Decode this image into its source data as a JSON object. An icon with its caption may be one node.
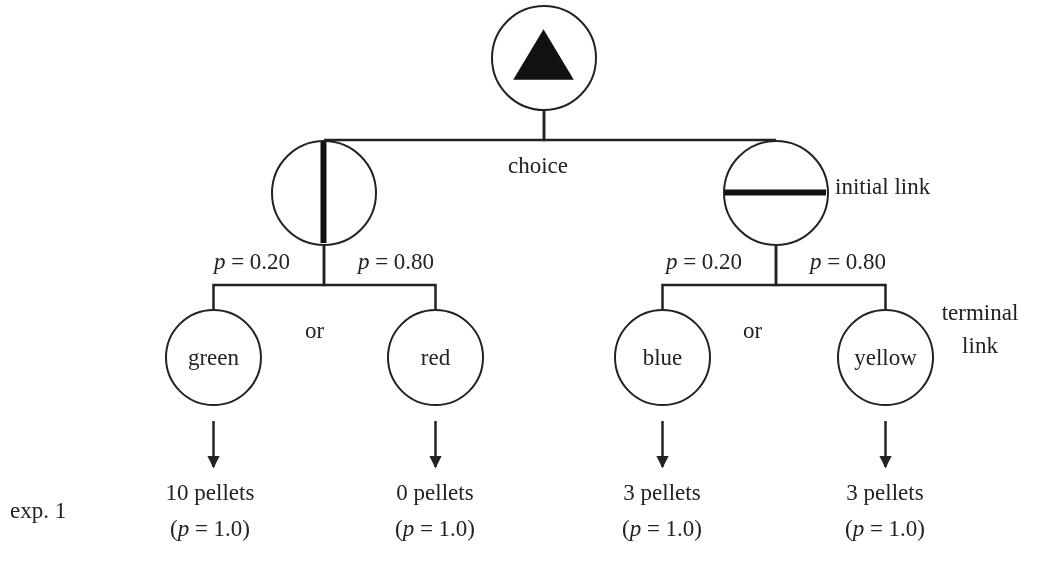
{
  "diagram": {
    "nodes": [
      {
        "text": [],
        "shape": "circle"
      },
      {
        "text": [],
        "shape": "circle"
      },
      {
        "text": [],
        "shape": "circle",
        "beside": [
          "initial link"
        ]
      },
      {
        "text": [
          "green"
        ]
      },
      {
        "text": [
          "red"
        ]
      },
      {
        "text": [
          "blue"
        ]
      },
      {
        "text": [
          "yellow"
        ],
        "beside": [
          "terminal link"
        ]
      },
      {
        "text": [
          "10 pellets",
          "(*p* = 1.0)"
        ]
      },
      {
        "text": [
          "0 pellets",
          "(*p* = 1.0)"
        ]
      },
      {
        "text": [
          "3 pellets",
          "(*p* = 1.0)"
        ]
      },
      {
        "text": [
          "3 pellets",
          "(*p* = 1.0)"
        ]
      }
    ],
    "edges": [
      {
        "from": 0,
        "to": 1,
        "arrow": "none"
      },
      {
        "from": 0,
        "to": 2,
        "arrow": "none"
      },
      {
        "from": 1,
        "to": 3,
        "arrow": "none",
        "label": "*p* = 0.20"
      },
      {
        "from": 1,
        "to": 4,
        "arrow": "none",
        "label": "*p* = 0.80"
      },
      {
        "from": 2,
        "to": 5,
        "arrow": "none",
        "label": "*p* = 0.20"
      },
      {
        "from": 2,
        "to": 6,
        "arrow": "none",
        "label": "*p* = 0.80"
      },
      {
        "from": 3,
        "to": 7,
        "arrow": "to"
      },
      {
        "from": 4,
        "to": 8,
        "arrow": "to"
      },
      {
        "from": 5,
        "to": 9,
        "arrow": "to"
      },
      {
        "from": 6,
        "to": 10,
        "arrow": "to"
      }
    ],
    "labels": [
      "choice",
      "or",
      "or",
      "exp. 1"
    ]
  }
}
